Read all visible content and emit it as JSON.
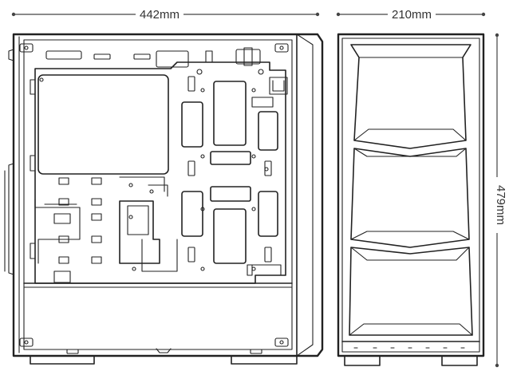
{
  "dimensions": {
    "depth": "442mm",
    "width": "210mm",
    "height": "479mm"
  },
  "colors": {
    "line": "#222222",
    "dimension": "#444444",
    "background": "#ffffff"
  }
}
